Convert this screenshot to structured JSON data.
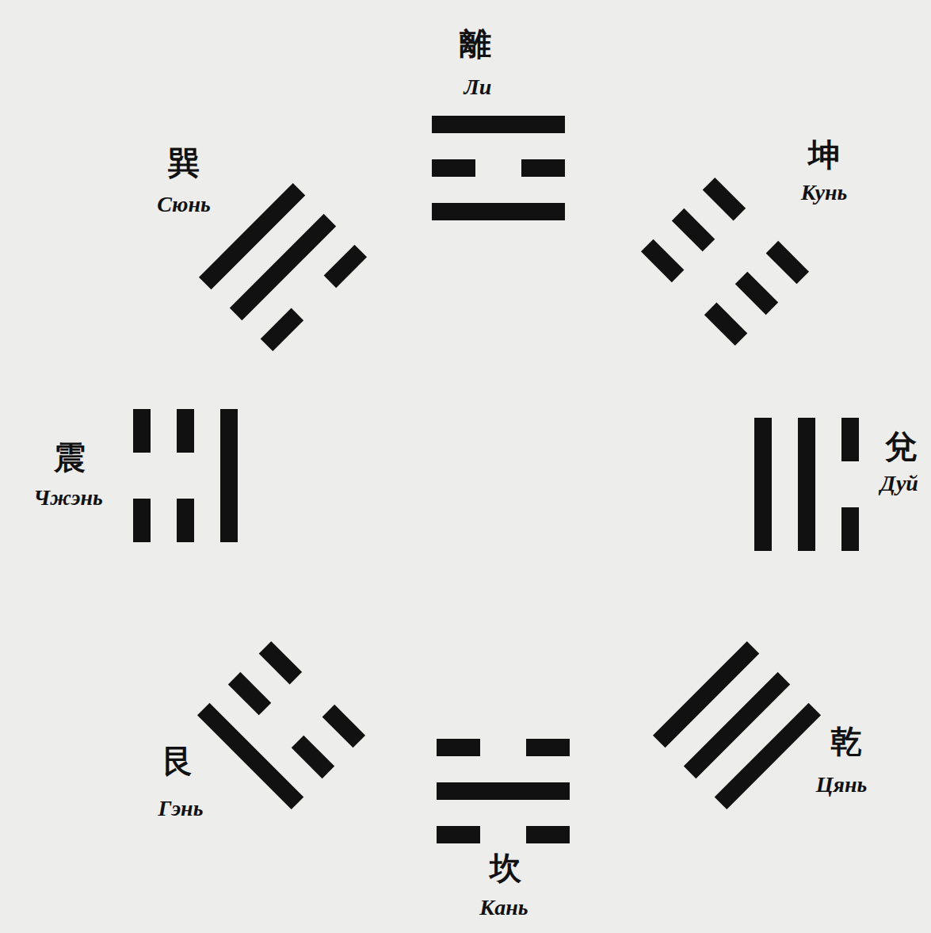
{
  "diagram": {
    "labels": [
      "離",
      "Ли",
      "巽",
      "Сюнь",
      "坤",
      "Кунь",
      "震",
      "Чжэнь",
      "兌",
      "Дуй",
      "艮",
      "Гэнь",
      "乾",
      "Цянь",
      "坎",
      "Кань"
    ]
  }
}
